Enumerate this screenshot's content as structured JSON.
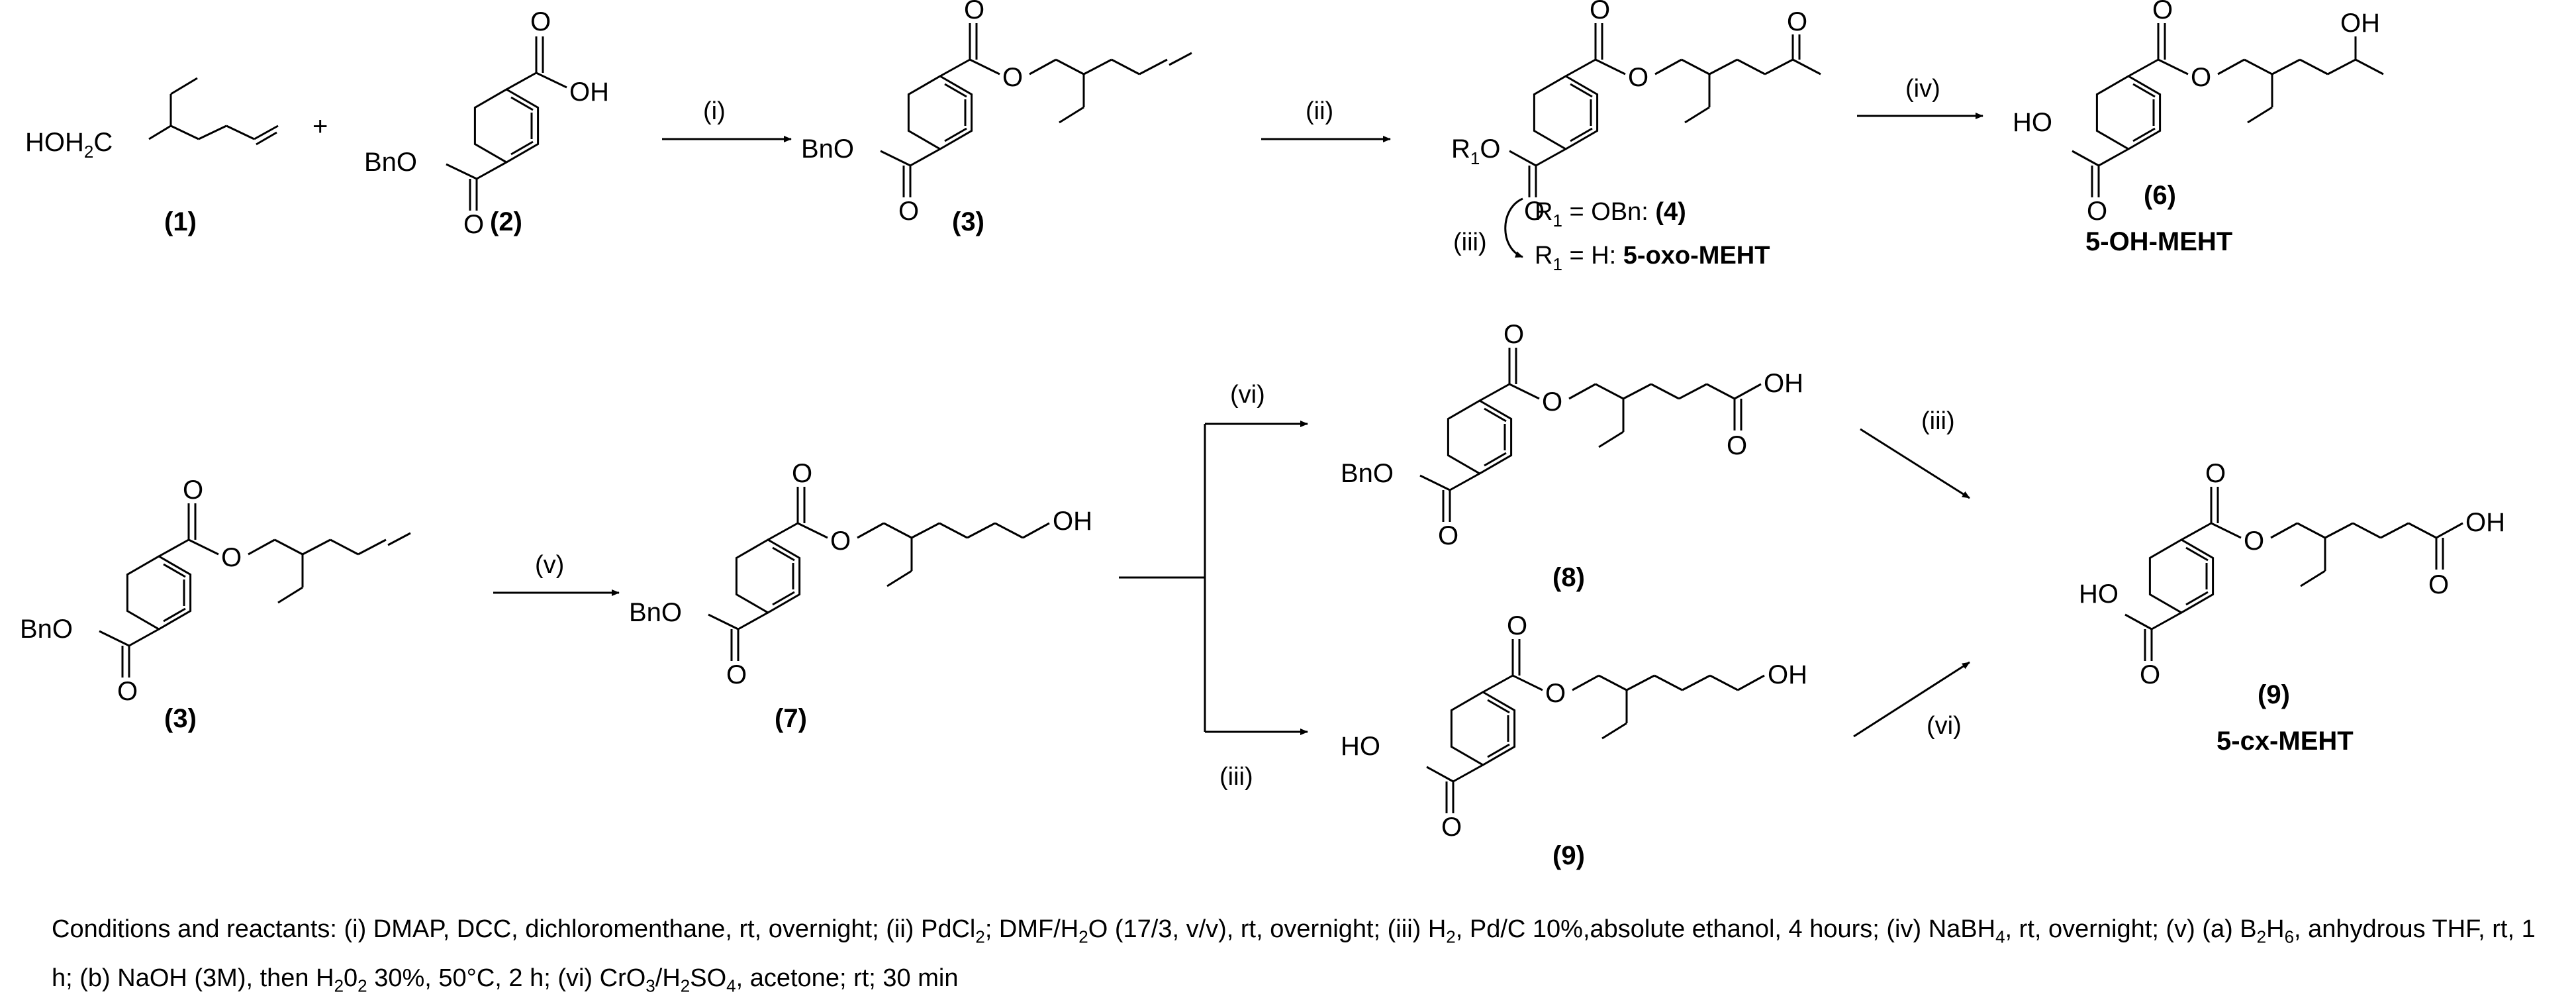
{
  "compounds": {
    "c1": {
      "label": "(1)"
    },
    "c2": {
      "label": "(2)"
    },
    "c3_top": {
      "label": "(3)"
    },
    "c4": {
      "label_line1": "R",
      "label_line1b": "1",
      "label_line1c": " = OBn: ",
      "label_line1d": "(4)",
      "label_line2": "R",
      "label_line2b": "1",
      "label_line2c": " = H:  ",
      "label_line2d": "5-oxo-MEHT"
    },
    "c6": {
      "label": "(6)",
      "name": "5-OH-MEHT"
    },
    "c3_bottom": {
      "label": "(3)"
    },
    "c7": {
      "label": "(7)"
    },
    "c8": {
      "label": "(8)"
    },
    "c9_mid": {
      "label": "(9)"
    },
    "c9_right": {
      "label": "(9)",
      "name": "5-cx-MEHT"
    }
  },
  "atoms": {
    "hoh2c": "HOH",
    "hoh2c_sub": "2",
    "hoh2c_c": "C",
    "plus": "+",
    "bno": "BnO",
    "o": "O",
    "oh": "OH",
    "ho": "HO",
    "r1o_r": "R",
    "r1o_sub": "1",
    "r1o_o": "O"
  },
  "steps": {
    "i": "(i)",
    "ii": "(ii)",
    "iii": "(iii)",
    "iv": "(iv)",
    "v": "(v)",
    "vi": "(vi)"
  },
  "caption": {
    "t1": "Conditions and reactants: (i) DMAP, DCC, dichloromenthane, rt, overnight; (ii) PdCl",
    "s1": "2",
    "t2": "; DMF/H",
    "s2": "2",
    "t3": "O (17/3, v/v), rt, overnight; (iii) H",
    "s3": "2",
    "t4": ", Pd/C 10%,absolute ethanol, 4 hours; (iv) NaBH",
    "s4": "4",
    "t5": ", rt, overnight; (v) (a) B",
    "s5": "2",
    "t6": "H",
    "s6": "6",
    "t7": ", anhydrous THF, rt, 1 h; (b) NaOH (3M), then H",
    "s7": "2",
    "t8": "0",
    "s8": "2",
    "t9": " 30%, 50°C, 2 h; (vi) CrO",
    "s9": "3",
    "t10": "/H",
    "s10": "2",
    "t11": "SO",
    "s11": "4",
    "t12": ", acetone; rt; 30 min"
  }
}
